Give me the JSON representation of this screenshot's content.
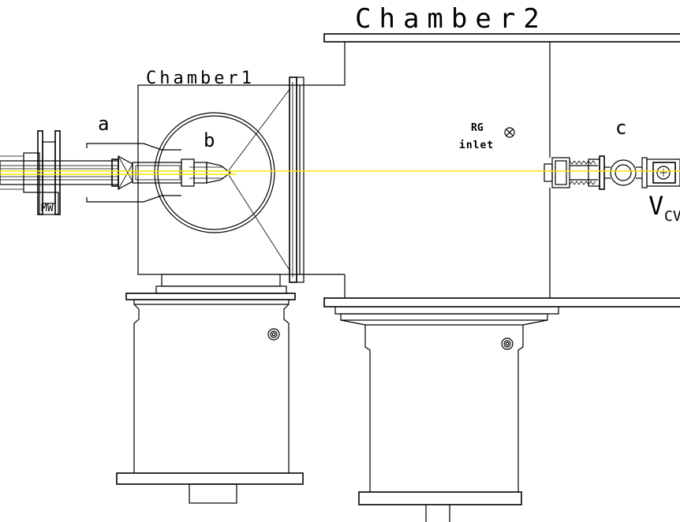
{
  "labels": {
    "chamber1": "Chamber1",
    "chamber2": "Chamber2",
    "a": "a",
    "b": "b",
    "c": "c",
    "rg": "RG",
    "inlet": "inlet",
    "mw": "MW",
    "v_main": "V",
    "v_sub": "CV"
  },
  "colors": {
    "beam": "#f5e600",
    "line": "#000000"
  }
}
